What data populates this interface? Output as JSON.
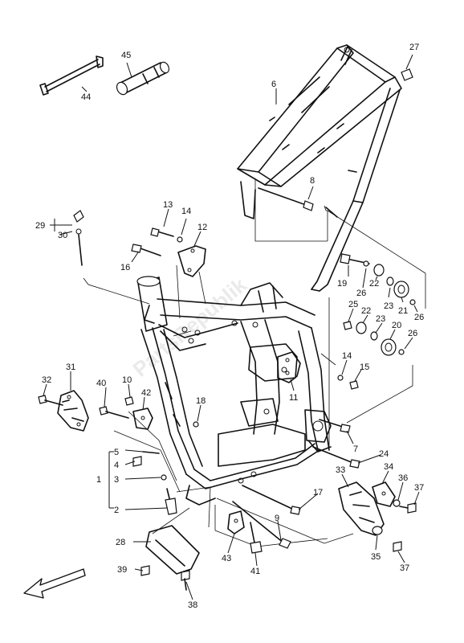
{
  "watermark": "PartsRepublik",
  "callouts": [
    "1",
    "2",
    "3",
    "4",
    "5",
    "6",
    "7",
    "8",
    "9",
    "10",
    "11",
    "12",
    "13",
    "14",
    "15",
    "16",
    "17",
    "18",
    "19",
    "20",
    "21",
    "22",
    "23",
    "24",
    "25",
    "26",
    "27",
    "28",
    "29",
    "30",
    "31",
    "32",
    "33",
    "34",
    "35",
    "36",
    "37",
    "38",
    "39",
    "40",
    "41",
    "42",
    "43",
    "44",
    "45"
  ],
  "repeated_callouts": {
    "14": [
      "14",
      "14"
    ],
    "15": "15",
    "22": [
      "22",
      "22"
    ],
    "23": [
      "23",
      "23"
    ],
    "26": [
      "26",
      "26",
      "26"
    ],
    "37": [
      "37",
      "37"
    ]
  }
}
